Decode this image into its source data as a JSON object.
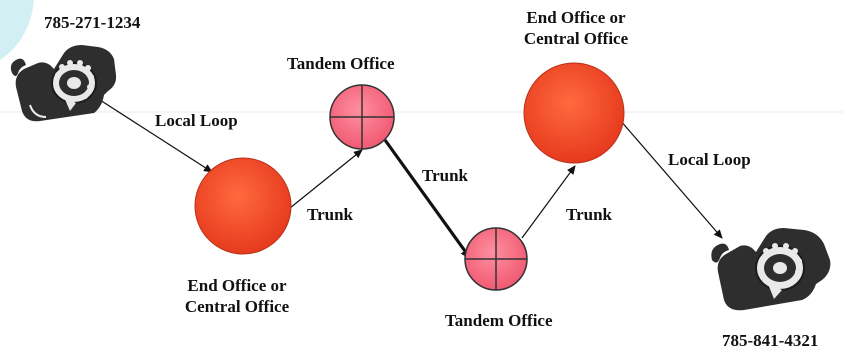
{
  "caller_number": "785-271-1234",
  "callee_number": "785-841-4321",
  "labels": {
    "local_loop_left": "Local Loop",
    "local_loop_right": "Local Loop",
    "trunk_1": "Trunk",
    "trunk_2": "Trunk",
    "trunk_3": "Trunk",
    "tandem_top": "Tandem Office",
    "tandem_bottom": "Tandem Office",
    "end_office_left_line1": "End Office or",
    "end_office_left_line2": "Central Office",
    "end_office_right_line1": "End Office or",
    "end_office_right_line2": "Central Office"
  },
  "colors": {
    "office_fill": "#f24a2a",
    "office_stroke": "#b02a14",
    "tandem_fill": "#f2708a",
    "phone_body": "#2e2e2e",
    "line": "#111111",
    "corner_accent": "#bfe6ee"
  },
  "icons": [
    "telephone-icon",
    "telephone-icon"
  ]
}
